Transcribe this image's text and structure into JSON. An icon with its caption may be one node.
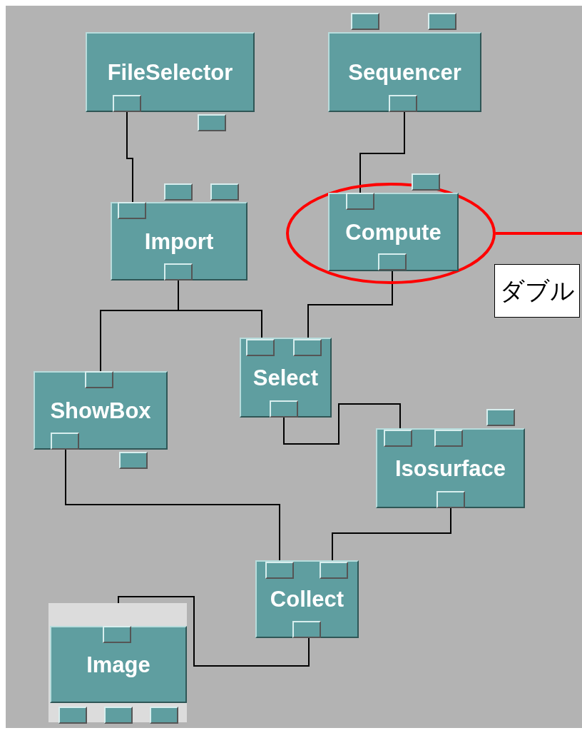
{
  "diagram": {
    "nodes": [
      {
        "text": [
          "FileSelector"
        ]
      },
      {
        "text": [
          "Sequencer"
        ]
      },
      {
        "text": [
          "Import"
        ]
      },
      {
        "text": [],
        "shape": "ellipse"
      },
      {
        "text": [
          "Compute"
        ],
        "in": 3
      },
      {
        "text": [
          "ダブル"
        ]
      },
      {
        "text": [
          "Select"
        ]
      },
      {
        "text": [
          "ShowBox"
        ]
      },
      {
        "text": [
          "Isosurface"
        ]
      },
      {
        "text": [
          "Collect"
        ]
      },
      {
        "text": [
          "Image"
        ]
      }
    ],
    "edges": [
      {
        "from": 0,
        "to": 2,
        "arrow": "none"
      },
      {
        "from": 1,
        "to": 4,
        "arrow": "none"
      },
      {
        "from": 2,
        "to": 7,
        "arrow": "none"
      },
      {
        "from": 2,
        "to": 6,
        "arrow": "none"
      },
      {
        "from": 4,
        "to": 6,
        "arrow": "none"
      },
      {
        "from": 6,
        "to": 8,
        "arrow": "none"
      },
      {
        "from": 7,
        "to": 9,
        "arrow": "none"
      },
      {
        "from": 8,
        "to": 9,
        "arrow": "none"
      },
      {
        "from": 9,
        "to": 10,
        "arrow": "none"
      },
      {
        "from": 3,
        "to": null,
        "arrow": "none",
        "style": "thick",
        "color": "#ff0000"
      }
    ]
  }
}
